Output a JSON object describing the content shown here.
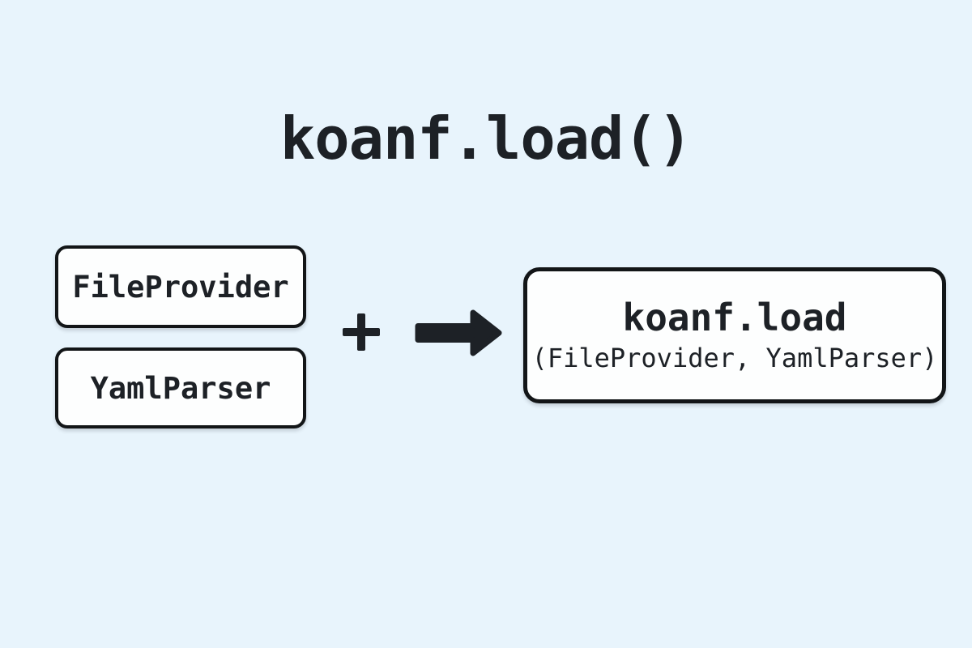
{
  "colors": {
    "background": "#e8f4fc",
    "ink": "#1d2126",
    "box_fill": "#fdfefe",
    "box_border": "#121517"
  },
  "title": "koanf.load()",
  "inputs": [
    {
      "label": "FileProvider"
    },
    {
      "label": "YamlParser"
    }
  ],
  "operator": {
    "icon": "plus-icon",
    "symbol": "+"
  },
  "arrow": {
    "icon": "arrow-right-icon",
    "direction": "right"
  },
  "result": {
    "line1": "koanf.load",
    "line2": "(FileProvider, YamlParser)"
  }
}
